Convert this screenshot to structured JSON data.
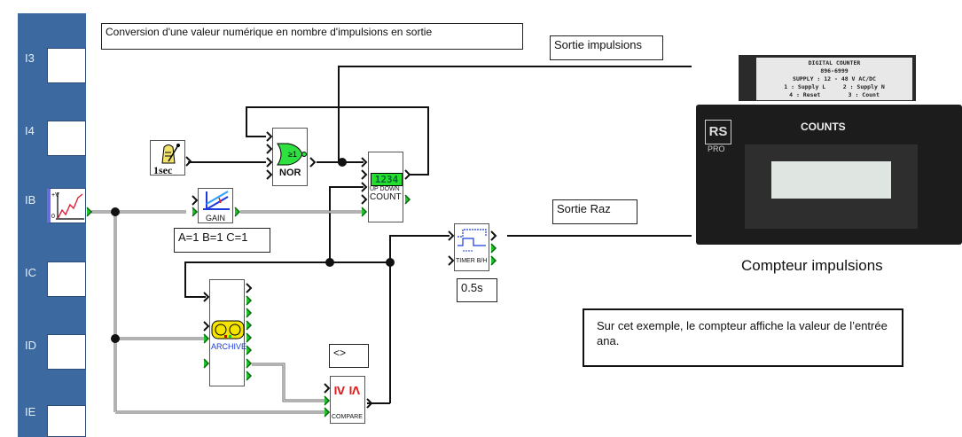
{
  "title_note": "Conversion d'une valeur numérique en nombre d'impulsions en sortie",
  "rail": {
    "inputs": [
      {
        "label": "I3"
      },
      {
        "label": "I4"
      },
      {
        "label": "IB",
        "icon": "analog-input-icon"
      },
      {
        "label": "IC"
      },
      {
        "label": "ID"
      },
      {
        "label": "IE"
      }
    ]
  },
  "blocks": {
    "clock": {
      "label": "1sec",
      "icon": "metronome-clock-icon"
    },
    "nor": {
      "label": "NOR",
      "symbol": "≥1"
    },
    "counter": {
      "display": "1234",
      "line1": "UP DOWN",
      "line2": "COUNT"
    },
    "gain": {
      "label": "GAIN",
      "params": "A=1 B=1 C=1"
    },
    "timer": {
      "label": "TIMER B/H",
      "param": "0.5s"
    },
    "archive": {
      "label": "ARCHIVE"
    },
    "compare": {
      "label": "COMPARE",
      "symbol_left": "≥",
      "symbol_right": "≤",
      "param": "<>"
    }
  },
  "labels": {
    "sortie_impulsions": "Sortie impulsions",
    "sortie_raz": "Sortie Raz",
    "compteur_caption": "Compteur impulsions",
    "explanation": "Sur cet exemple, le compteur affiche la valeur de l’entrée ana."
  },
  "device": {
    "sticker_lines": [
      "DIGITAL COUNTER",
      "896-6999",
      "SUPPLY : 12 - 48 V AC/DC",
      "1 : Supply L     2 : Supply N",
      "4 : Reset        3 : Count"
    ],
    "panel_label": "COUNTS",
    "brand": "RS",
    "brand_sub": "PRO"
  },
  "colors": {
    "rail": "#3b69a0",
    "pin_green": "#22c02a",
    "display_green": "#25e02a",
    "wire": "#111111",
    "bus_wire": "#777777"
  }
}
